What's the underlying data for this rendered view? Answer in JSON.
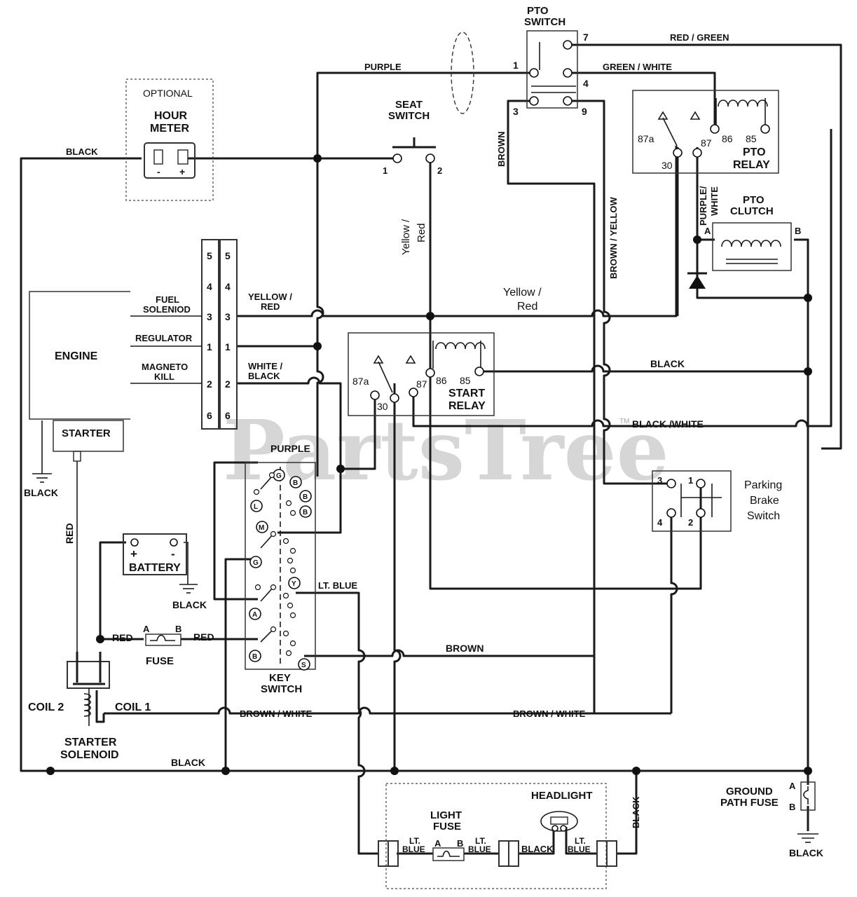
{
  "pto_switch": {
    "title_1": "PTO",
    "title_2": "SWITCH",
    "pins": [
      "7",
      "1",
      "4",
      "3",
      "9"
    ]
  },
  "seat_switch": {
    "title_1": "SEAT",
    "title_2": "SWITCH",
    "pin_1": "1",
    "pin_2": "2"
  },
  "hour_meter": {
    "optional": "OPTIONAL",
    "title_1": "HOUR",
    "title_2": "METER",
    "minus": "-",
    "plus": "+"
  },
  "pto_relay": {
    "title_1": "PTO",
    "title_2": "RELAY",
    "pins": [
      "87a",
      "30",
      "87",
      "86",
      "85"
    ]
  },
  "pto_clutch": {
    "title_1": "PTO",
    "title_2": "CLUTCH",
    "a": "A",
    "b": "B"
  },
  "connector": {
    "left_pins": [
      "5",
      "4",
      "3",
      "1",
      "2",
      "6"
    ],
    "right_pins": [
      "5",
      "4",
      "3",
      "1",
      "2",
      "6"
    ]
  },
  "engine": {
    "label": "ENGINE",
    "starter": "STARTER",
    "fuel_1": "FUEL",
    "fuel_2": "SOLENIOD",
    "regulator": "REGULATOR",
    "magneto_1": "MAGNETO",
    "magneto_2": "KILL"
  },
  "start_relay": {
    "title_1": "START",
    "title_2": "RELAY",
    "pins": [
      "87a",
      "30",
      "87",
      "86",
      "85"
    ]
  },
  "parking_brake": {
    "title_1": "Parking",
    "title_2": "Brake",
    "title_3": "Switch",
    "pins": [
      "3",
      "1",
      "4",
      "2"
    ]
  },
  "key_switch": {
    "title_1": "KEY",
    "title_2": "SWITCH",
    "terminals": [
      "G",
      "B",
      "B",
      "B",
      "L",
      "M",
      "G",
      "Y",
      "A",
      "B",
      "S"
    ]
  },
  "battery": {
    "label": "BATTERY",
    "plus": "+",
    "minus": "-"
  },
  "fuse": {
    "label": "FUSE",
    "a": "A",
    "b": "B"
  },
  "starter_solenoid": {
    "title_1": "STARTER",
    "title_2": "SOLENOID",
    "coil_1": "COIL 1",
    "coil_2": "COIL 2"
  },
  "headlight": {
    "title": "HEADLIGHT"
  },
  "light_fuse": {
    "title_1": "LIGHT",
    "title_2": "FUSE",
    "a": "A",
    "b": "B"
  },
  "ground_fuse": {
    "title_1": "GROUND",
    "title_2": "PATH FUSE",
    "a": "A",
    "b": "B"
  },
  "wires": {
    "red_green": "RED / GREEN",
    "purple_top": "PURPLE",
    "green_white": "GREEN / WHITE",
    "black_hour": "BLACK",
    "brown_pto": "BROWN",
    "brown_yellow": "BROWN / YELLOW",
    "yellow_red_v1": "Yellow /",
    "yellow_red_v2": "Red",
    "purple_white_1": "PURPLE/",
    "purple_white_2": "WHITE",
    "yellow_red_conn_1": "YELLOW /",
    "yellow_red_conn_2": "RED",
    "yellow_red_h1": "Yellow /",
    "yellow_red_h2": "Red",
    "white_black_1": "WHITE /",
    "white_black_2": "BLACK",
    "black_relay": "BLACK",
    "black_white_top": "BLACK /WHITE",
    "purple_key": "PURPLE",
    "black_ground": "BLACK",
    "red_vertical": "RED",
    "black_battery": "BLACK",
    "lt_blue": "LT. BLUE",
    "red_a": "RED",
    "red_b": "RED",
    "brown_key": "BROWN",
    "brown_white_1": "BROWN / WHITE",
    "brown_white_2": "BROWN / WHITE",
    "black_bottom": "BLACK",
    "black_headlight": "BLACK",
    "lt_blue_1a": "LT.",
    "lt_blue_1b": "BLUE",
    "lt_blue_2a": "LT.",
    "lt_blue_2b": "BLUE",
    "black_mid": "BLACK",
    "lt_blue_3a": "LT.",
    "lt_blue_3b": "BLUE",
    "black_ground_fuse": "BLACK"
  },
  "watermark": {
    "text": "PartsTree",
    "tm": "TM"
  }
}
